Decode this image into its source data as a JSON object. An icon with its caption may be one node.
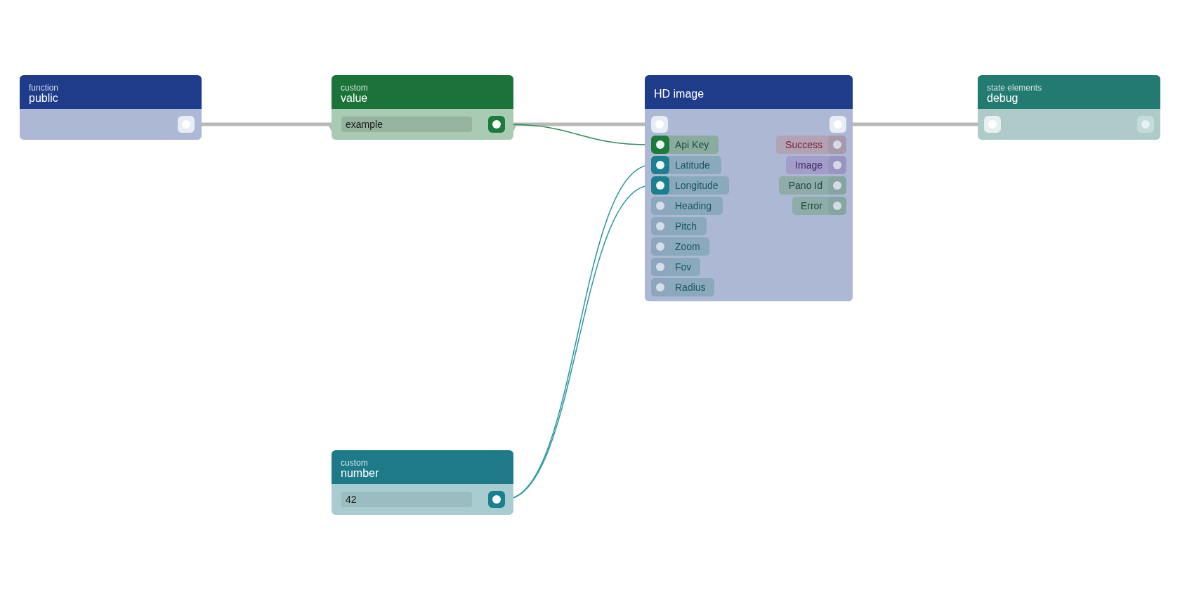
{
  "diagram": {
    "nodes": [
      {
        "text": [
          "function",
          "public"
        ]
      },
      {
        "text": [],
        "shape": "box",
        "in": 0
      },
      {
        "text": [
          "custom",
          "value"
        ]
      },
      {
        "text": [
          "example"
        ],
        "in": 2
      },
      {
        "text": [],
        "shape": "box",
        "in": 2
      },
      {
        "text": [
          "HD image"
        ]
      },
      {
        "text": [],
        "shape": "box",
        "in": 5
      },
      {
        "text": [],
        "shape": "box",
        "in": 5
      },
      {
        "text": [
          "Api Key"
        ],
        "in": 5
      },
      {
        "text": [
          "Latitude"
        ],
        "in": 5
      },
      {
        "text": [
          "Longitude"
        ],
        "in": 5
      },
      {
        "text": [
          "Heading"
        ],
        "in": 5
      },
      {
        "text": [
          "Pitch"
        ],
        "in": 5
      },
      {
        "text": [
          "Zoom"
        ],
        "in": 5
      },
      {
        "text": [
          "Fov"
        ],
        "in": 5
      },
      {
        "text": [
          "Radius"
        ],
        "in": 5
      },
      {
        "text": [
          "Success"
        ],
        "in": 5
      },
      {
        "text": [
          "Image"
        ],
        "in": 5
      },
      {
        "text": [
          "Pano Id"
        ],
        "in": 5
      },
      {
        "text": [
          "Error"
        ],
        "in": 5
      },
      {
        "text": [
          "state elements",
          "debug"
        ]
      },
      {
        "text": [],
        "shape": "box",
        "in": 20
      },
      {
        "text": [],
        "shape": "box",
        "in": 20
      },
      {
        "text": [
          "custom",
          "number"
        ]
      },
      {
        "text": [
          "42"
        ],
        "in": 23
      },
      {
        "text": [],
        "shape": "box",
        "in": 23
      }
    ],
    "edges": [
      {
        "from": 1,
        "to": 6,
        "arrow": "none",
        "style": "thick",
        "color": "#b8b8b8"
      },
      {
        "from": 7,
        "to": 21,
        "arrow": "none",
        "style": "thick",
        "color": "#b8b8b8"
      },
      {
        "from": 4,
        "to": 8,
        "arrow": "none",
        "color": "#2e8b57"
      },
      {
        "from": 25,
        "to": 9,
        "arrow": "none",
        "color": "#2a98a0"
      },
      {
        "from": 25,
        "to": 10,
        "arrow": "none",
        "color": "#2a98a0"
      }
    ]
  }
}
